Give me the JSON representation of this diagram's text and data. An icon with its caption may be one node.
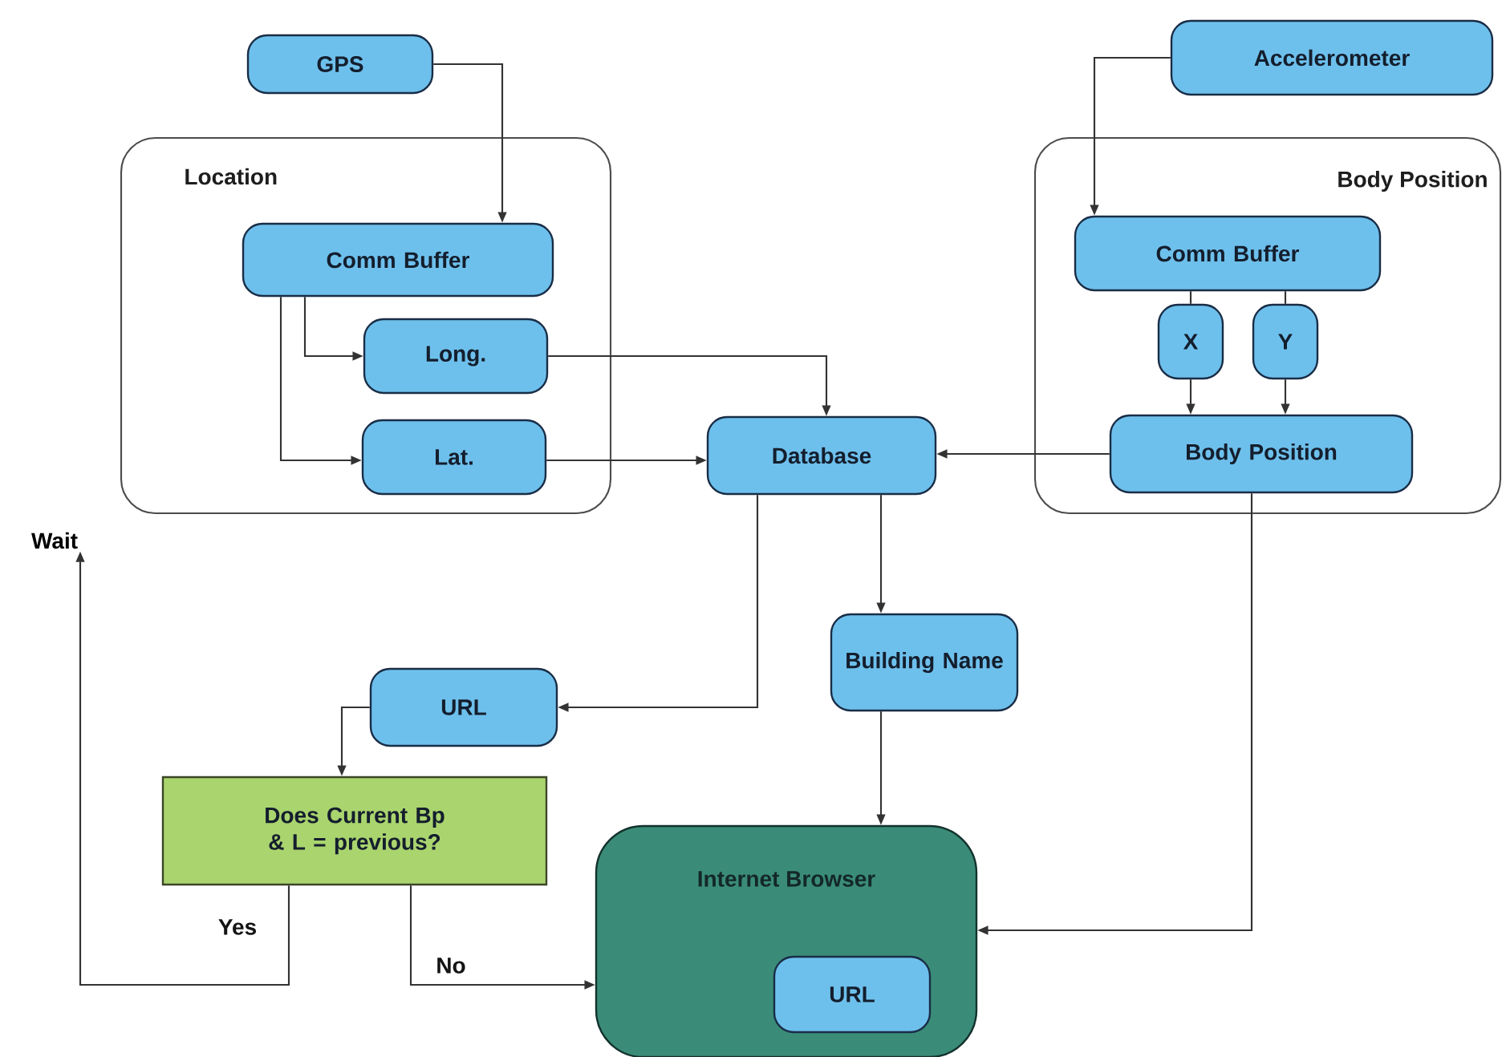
{
  "diagram": {
    "nodes": [
      {
        "text": [
          "GPS"
        ]
      },
      {
        "text": [
          "Accelerometer"
        ]
      },
      {
        "text": [
          "Location"
        ]
      },
      {
        "text": [
          "Comm Buffer"
        ],
        "in": 2
      },
      {
        "text": [
          "Long."
        ],
        "in": 2
      },
      {
        "text": [
          "Lat."
        ],
        "in": 2
      },
      {
        "text": [
          "Body Position"
        ]
      },
      {
        "text": [
          "Comm Buffer"
        ],
        "in": 6
      },
      {
        "text": [
          "X"
        ],
        "in": 6
      },
      {
        "text": [
          "Y"
        ],
        "in": 6
      },
      {
        "text": [
          "Body Position"
        ],
        "in": 6
      },
      {
        "text": [
          "Database"
        ]
      },
      {
        "text": [
          "Wait"
        ]
      },
      {
        "text": [
          "Building Name"
        ]
      },
      {
        "text": [
          "URL"
        ]
      },
      {
        "text": [
          "Does Current Bp & L = previous?"
        ]
      },
      {
        "text": [
          "Internet Browser"
        ]
      },
      {
        "text": [
          "URL"
        ],
        "in": 16
      }
    ],
    "edges": [
      {
        "from": 0,
        "to": 3,
        "arrow": "to"
      },
      {
        "from": 3,
        "to": 4,
        "arrow": "to"
      },
      {
        "from": 3,
        "to": 5,
        "arrow": "to"
      },
      {
        "from": 4,
        "to": 11,
        "arrow": "to"
      },
      {
        "from": 5,
        "to": 11,
        "arrow": "to"
      },
      {
        "from": 1,
        "to": 7,
        "arrow": "to"
      },
      {
        "from": 7,
        "to": 8,
        "arrow": "none"
      },
      {
        "from": 7,
        "to": 9,
        "arrow": "none"
      },
      {
        "from": 8,
        "to": 10,
        "arrow": "to"
      },
      {
        "from": 9,
        "to": 10,
        "arrow": "to"
      },
      {
        "from": 10,
        "to": 11,
        "arrow": "to"
      },
      {
        "from": 11,
        "to": 13,
        "arrow": "to"
      },
      {
        "from": 11,
        "to": 14,
        "arrow": "to"
      },
      {
        "from": 14,
        "to": 15,
        "arrow": "to"
      },
      {
        "from": 15,
        "to": 12,
        "label": "Yes",
        "arrow": "to"
      },
      {
        "from": 15,
        "to": 16,
        "label": "No",
        "arrow": "to"
      },
      {
        "from": 13,
        "to": 16,
        "arrow": "to"
      },
      {
        "from": 10,
        "to": 16,
        "arrow": "to"
      }
    ]
  }
}
